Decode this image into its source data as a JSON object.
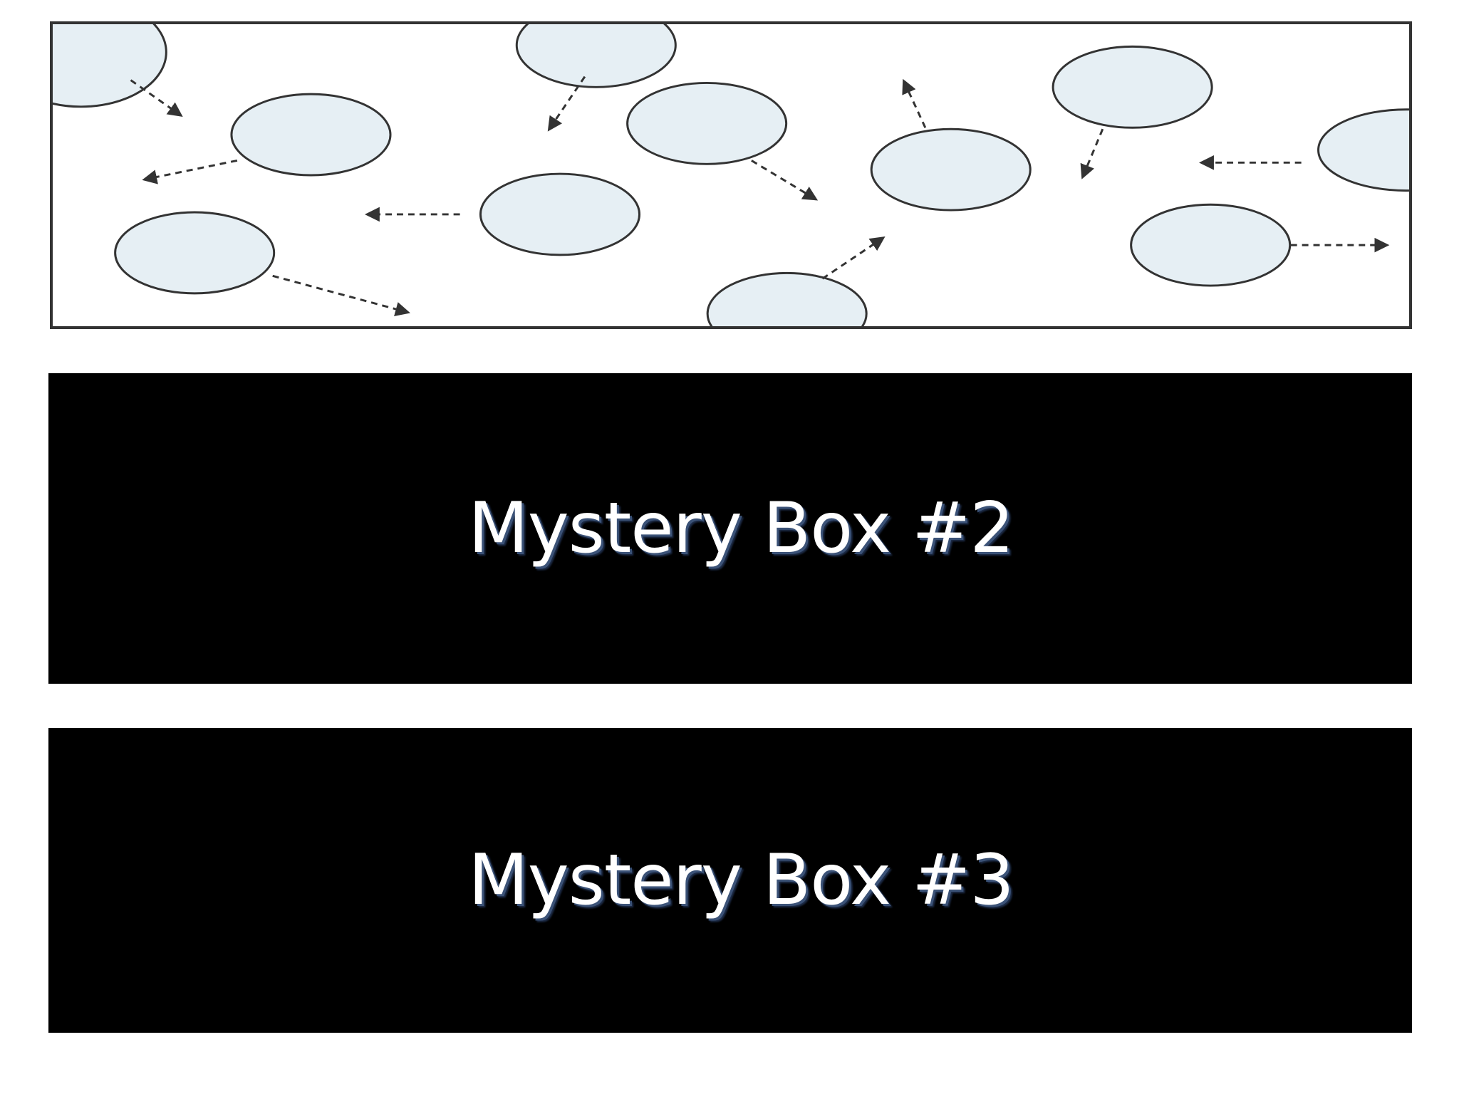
{
  "panels": {
    "gas_diagram": {
      "icon": "gas-particles-illustration",
      "particle_color": "#e6eff4",
      "outline_color": "#333333"
    },
    "box2": {
      "label": "Mystery Box #2",
      "background": "#000000"
    },
    "box3": {
      "label": "Mystery Box #3",
      "background": "#000000"
    }
  }
}
